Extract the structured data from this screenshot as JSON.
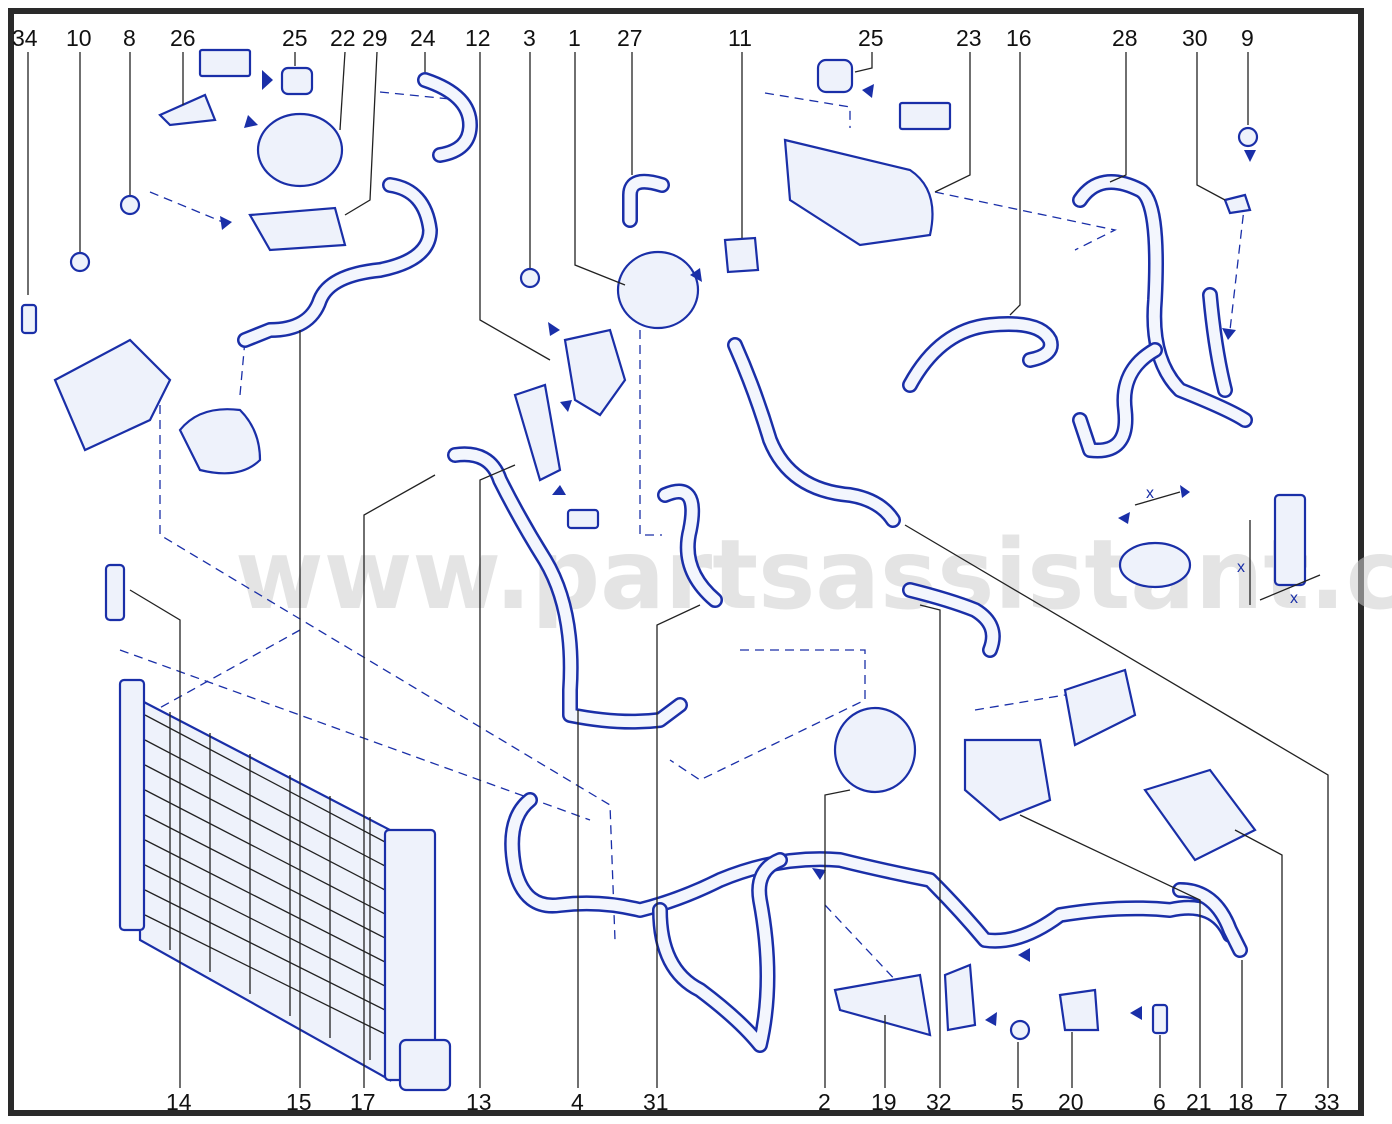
{
  "watermark": "www.partsassistant.com",
  "measure_symbol": "x",
  "callouts_top": [
    "34",
    "10",
    "8",
    "26",
    "25",
    "22",
    "29",
    "24",
    "12",
    "3",
    "1",
    "27",
    "11",
    "25",
    "23",
    "16",
    "28",
    "30",
    "9"
  ],
  "callouts_bottom": [
    "14",
    "15",
    "17",
    "13",
    "4",
    "31",
    "2",
    "19",
    "32",
    "5",
    "20",
    "6",
    "21",
    "18",
    "7",
    "33"
  ]
}
